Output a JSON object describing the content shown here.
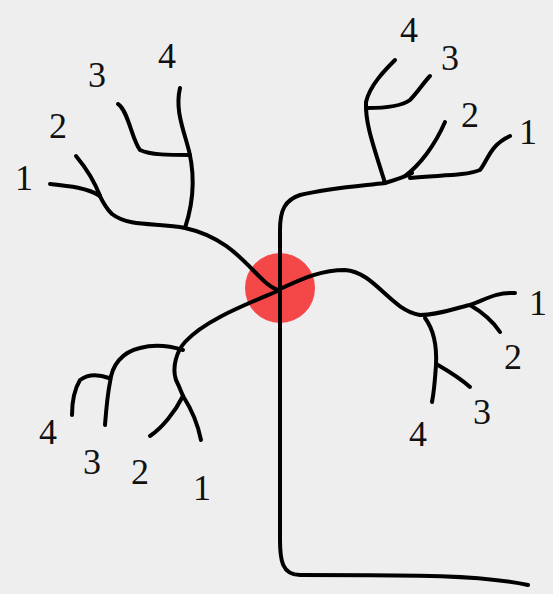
{
  "diagram": {
    "labels": [
      "1",
      "2",
      "3",
      "4",
      "4",
      "3",
      "2",
      "1",
      "1",
      "2",
      "3",
      "4",
      "4",
      "3",
      "2",
      "1"
    ]
  }
}
